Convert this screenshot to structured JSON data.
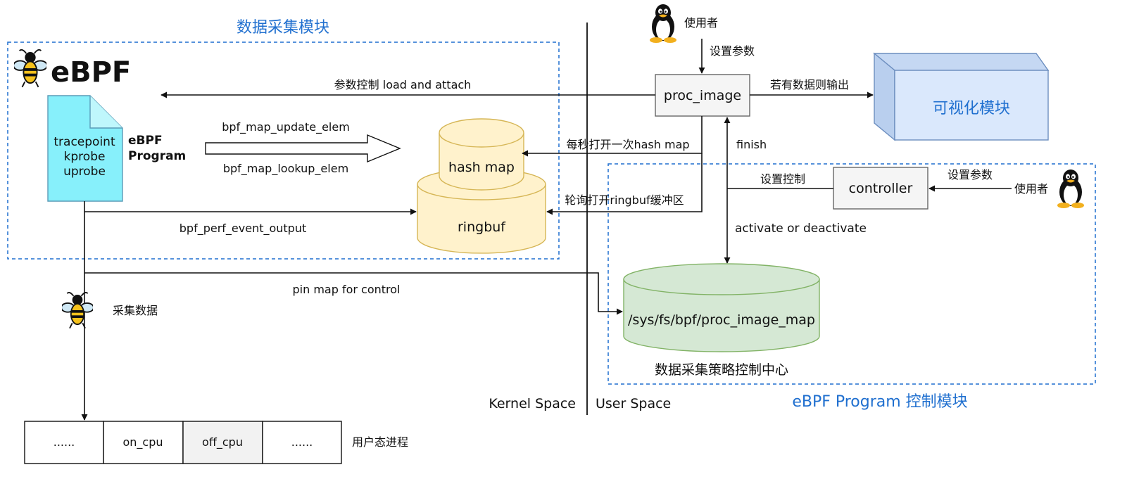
{
  "modules": {
    "collect_title": "数据采集模块",
    "control_title": "eBPF Program 控制模块",
    "visual": "可视化模块"
  },
  "ebpf": {
    "logo_text": "eBPF",
    "program_lines": [
      "tracepoint",
      "kprobe",
      "uprobe"
    ],
    "program_label_1": "eBPF",
    "program_label_2": "Program"
  },
  "maps": {
    "hash_map": "hash map",
    "ringbuf": "ringbuf",
    "pinned": "/sys/fs/bpf/proc_image_map",
    "pinned_caption": "数据采集策略控制中心"
  },
  "nodes": {
    "proc_image": "proc_image",
    "controller": "controller",
    "user_top": "使用者",
    "user_right": "使用者",
    "collect_data": "采集数据",
    "user_process": "用户态进程"
  },
  "edges": {
    "set_params_top": "设置参数",
    "load_attach": "参数控制 load and attach",
    "output_if_data": "若有数据则输出",
    "update_elem": "bpf_map_update_elem",
    "lookup_elem": "bpf_map_lookup_elem",
    "open_hash": "每秒打开一次hash map",
    "finish": "finish",
    "set_control": "设置控制",
    "set_params_right": "设置参数",
    "poll_ringbuf": "轮询打开ringbuf缓冲区",
    "perf_output": "bpf_perf_event_output",
    "activate": "activate or deactivate",
    "pin_map": "pin map for control"
  },
  "spaces": {
    "kernel": "Kernel Space",
    "user": "User Space"
  },
  "process_cells": [
    "......",
    "on_cpu",
    "off_cpu",
    "......"
  ],
  "colors": {
    "accent_blue": "#1f6fcf",
    "program_fill": "#87f0fb",
    "map_fill": "#fff2cc",
    "map_stroke": "#d6b656",
    "pinned_fill": "#d5e8d4",
    "pinned_stroke": "#82b366",
    "visual_fill": "#dae8fc",
    "visual_stroke": "#6c8ebf",
    "box_fill": "#f5f5f5",
    "box_stroke": "#666666",
    "offcpu_fill": "#f2f2f2"
  },
  "icons": {
    "linux": "tux-penguin-icon",
    "bee": "ebpf-bee-icon"
  }
}
